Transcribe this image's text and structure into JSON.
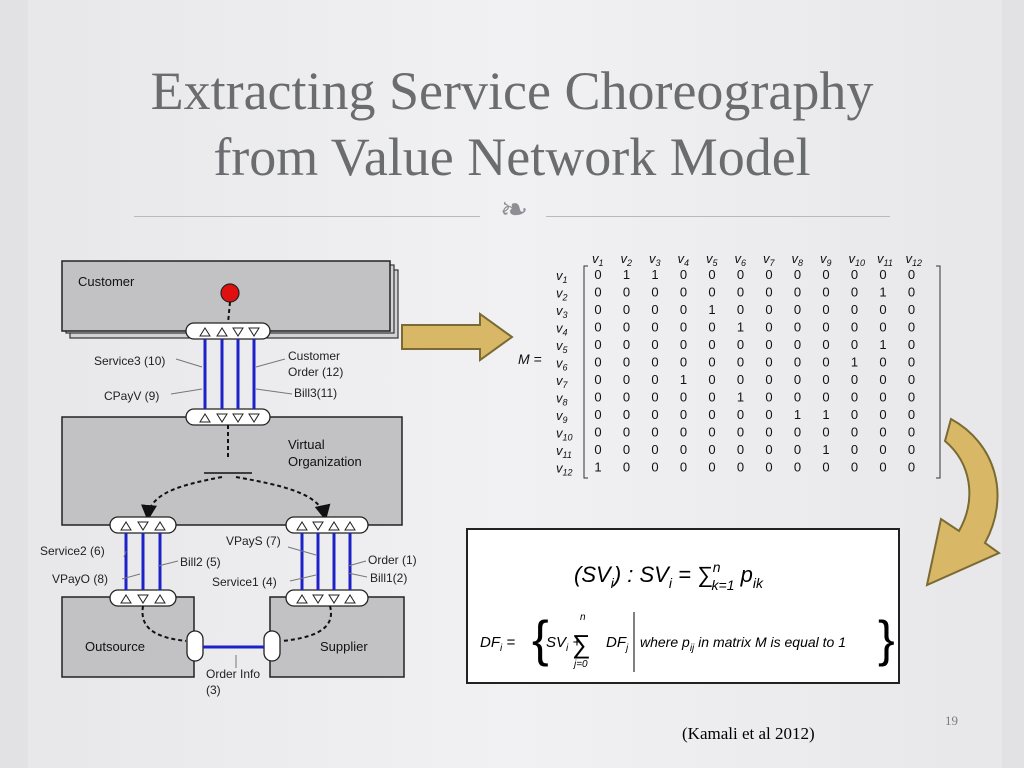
{
  "slide": {
    "title_line1": "Extracting Service Choreography",
    "title_line2": "from Value Network Model",
    "title_glyph": "❧",
    "citation": "(Kamali et al 2012)",
    "page_number": "19"
  },
  "diagram": {
    "boxes": {
      "customer": "Customer",
      "virtual_org_line1": "Virtual",
      "virtual_org_line2": "Organization",
      "outsource": "Outsource",
      "supplier": "Supplier"
    },
    "flows": {
      "service3": "Service3 (10)",
      "customer_order_line1": "Customer",
      "customer_order_line2": "Order (12)",
      "cpayv": "CPayV (9)",
      "bill3": "Bill3(11)",
      "vpays": "VPayS (7)",
      "service2": "Service2 (6)",
      "bill2": "Bill2 (5)",
      "order1": "Order (1)",
      "vpayo": "VPayO (8)",
      "service1": "Service1 (4)",
      "bill1": "Bill1(2)",
      "order_info_line1": "Order Info",
      "order_info_line2": "(3)"
    }
  },
  "matrix": {
    "name": "M =",
    "labels": [
      "v1",
      "v2",
      "v3",
      "v4",
      "v5",
      "v6",
      "v7",
      "v8",
      "v9",
      "v10",
      "v11",
      "v12"
    ],
    "rows": [
      [
        0,
        1,
        1,
        0,
        0,
        0,
        0,
        0,
        0,
        0,
        0,
        0
      ],
      [
        0,
        0,
        0,
        0,
        0,
        0,
        0,
        0,
        0,
        0,
        1,
        0
      ],
      [
        0,
        0,
        0,
        0,
        1,
        0,
        0,
        0,
        0,
        0,
        0,
        0
      ],
      [
        0,
        0,
        0,
        0,
        0,
        1,
        0,
        0,
        0,
        0,
        0,
        0
      ],
      [
        0,
        0,
        0,
        0,
        0,
        0,
        0,
        0,
        0,
        0,
        1,
        0
      ],
      [
        0,
        0,
        0,
        0,
        0,
        0,
        0,
        0,
        0,
        1,
        0,
        0
      ],
      [
        0,
        0,
        0,
        1,
        0,
        0,
        0,
        0,
        0,
        0,
        0,
        0
      ],
      [
        0,
        0,
        0,
        0,
        0,
        1,
        0,
        0,
        0,
        0,
        0,
        0
      ],
      [
        0,
        0,
        0,
        0,
        0,
        0,
        0,
        1,
        1,
        0,
        0,
        0
      ],
      [
        0,
        0,
        0,
        0,
        0,
        0,
        0,
        0,
        0,
        0,
        0,
        0
      ],
      [
        0,
        0,
        0,
        0,
        0,
        0,
        0,
        0,
        1,
        0,
        0,
        0
      ],
      [
        1,
        0,
        0,
        0,
        0,
        0,
        0,
        0,
        0,
        0,
        0,
        0
      ]
    ]
  },
  "formulas": {
    "sv_lhs": "(SV",
    "sv_sub_i": "i",
    "sv_mid": ") : SV",
    "sv_eq": " = ∑",
    "sv_sum_upper": "n",
    "sv_sum_lower": "k=1",
    "sv_p": " p",
    "sv_p_sub": "ik",
    "df_lhs": "DF",
    "df_eq": " =",
    "df_sv": "SV",
    "df_plus": " +",
    "df_sum_symbol": "∑",
    "df_sum_upper": "n",
    "df_sum_lower": "j=0",
    "df_term": "DF",
    "df_term_sub": "j",
    "df_where": "where p",
    "df_where_sub": "ij",
    "df_where_rest": " in matrix M is equal to 1"
  },
  "colors": {
    "title": "#6b6c70",
    "arrow_fill": "#d8b867",
    "arrow_stroke": "#7a6a33",
    "flow_line": "#1d22c8",
    "start_node": "#e01010",
    "box_fill": "#c2c2c4"
  }
}
